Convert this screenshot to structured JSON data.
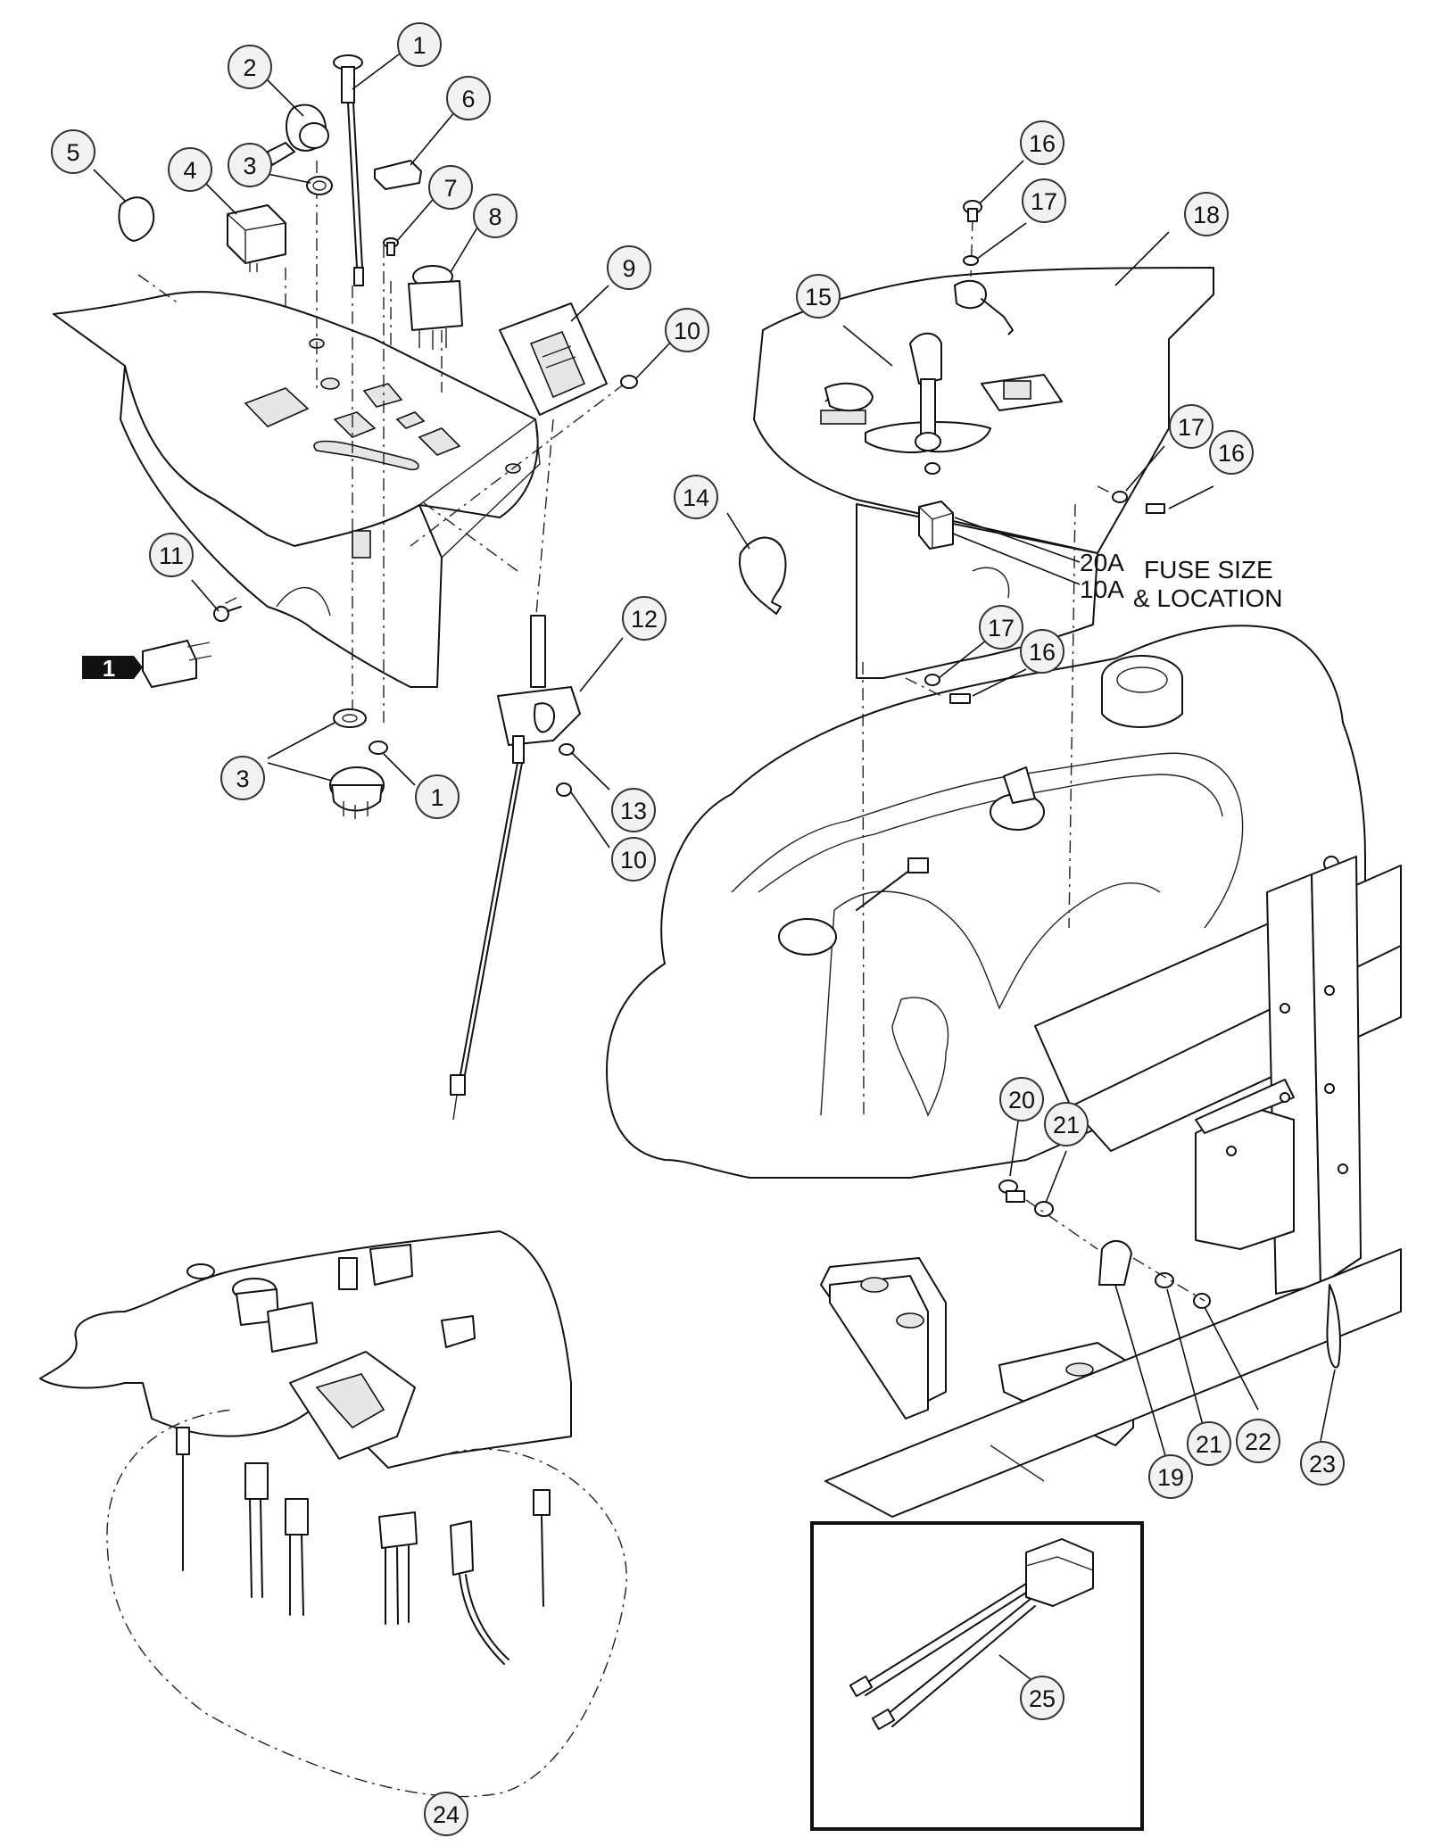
{
  "callouts": [
    {
      "id": "c1a",
      "label": "1"
    },
    {
      "id": "c2",
      "label": "2"
    },
    {
      "id": "c3a",
      "label": "3"
    },
    {
      "id": "c4",
      "label": "4"
    },
    {
      "id": "c5",
      "label": "5"
    },
    {
      "id": "c6",
      "label": "6"
    },
    {
      "id": "c7",
      "label": "7"
    },
    {
      "id": "c8",
      "label": "8"
    },
    {
      "id": "c9",
      "label": "9"
    },
    {
      "id": "c10a",
      "label": "10"
    },
    {
      "id": "c11",
      "label": "11"
    },
    {
      "id": "c12",
      "label": "12"
    },
    {
      "id": "c3b",
      "label": "3"
    },
    {
      "id": "c1b",
      "label": "1"
    },
    {
      "id": "c13",
      "label": "13"
    },
    {
      "id": "c10b",
      "label": "10"
    },
    {
      "id": "c14",
      "label": "14"
    },
    {
      "id": "c15",
      "label": "15"
    },
    {
      "id": "c16a",
      "label": "16"
    },
    {
      "id": "c17a",
      "label": "17"
    },
    {
      "id": "c18",
      "label": "18"
    },
    {
      "id": "c17b",
      "label": "17"
    },
    {
      "id": "c16b",
      "label": "16"
    },
    {
      "id": "c17c",
      "label": "17"
    },
    {
      "id": "c16c",
      "label": "16"
    },
    {
      "id": "c20",
      "label": "20"
    },
    {
      "id": "c21a",
      "label": "21"
    },
    {
      "id": "c19",
      "label": "19"
    },
    {
      "id": "c21b",
      "label": "21"
    },
    {
      "id": "c22",
      "label": "22"
    },
    {
      "id": "c23",
      "label": "23"
    },
    {
      "id": "c24",
      "label": "24"
    },
    {
      "id": "c25",
      "label": "25"
    }
  ],
  "tag": {
    "label": "1"
  },
  "fuse_note": {
    "line1_a": "20A",
    "line1_b": "FUSE SIZE",
    "line2_a": "10A",
    "line2_b": "& LOCATION"
  }
}
